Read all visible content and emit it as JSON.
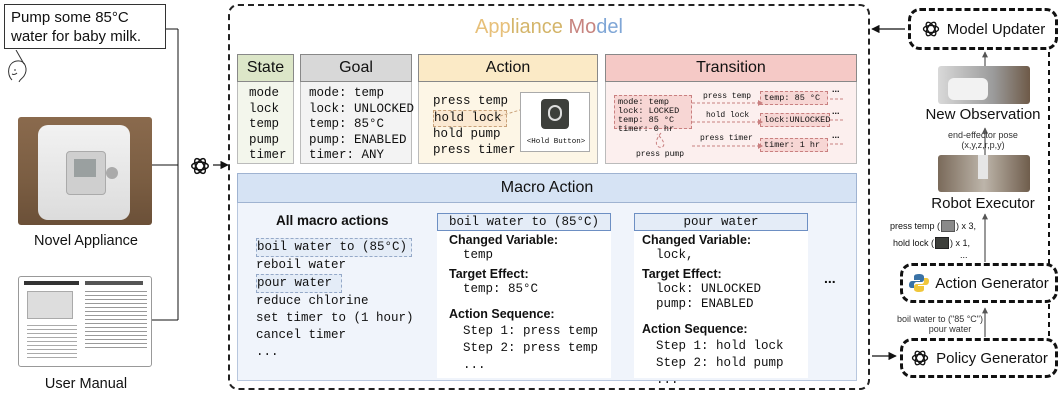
{
  "user_request": {
    "line1": "Pump some 85°C",
    "line2": "water for baby milk."
  },
  "left": {
    "novel_appliance_label": "Novel Appliance",
    "user_manual_label": "User Manual"
  },
  "appliance_model": {
    "title": "Appliance Model",
    "title_segments": [
      "App",
      "liance ",
      "Mo",
      "del"
    ],
    "title_colors": [
      "#e7c07a",
      "#d4b56a",
      "#c7847f",
      "#7fa6d6"
    ],
    "state": {
      "header": "State",
      "items": [
        "mode",
        "lock",
        "temp",
        "pump",
        "timer"
      ]
    },
    "goal": {
      "header": "Goal",
      "items": [
        "mode: temp",
        "lock: UNLOCKED",
        "temp: 85°C",
        "pump: ENABLED",
        "timer: ANY"
      ]
    },
    "action": {
      "header": "Action",
      "items": [
        "press temp",
        "hold lock",
        "hold pump",
        "press timer"
      ],
      "image_caption": "<Hold Button>"
    },
    "transition": {
      "header": "Transition",
      "state_box": [
        "mode: temp",
        "lock: LOCKED",
        "temp: 85 °C",
        "timer: 0 hr"
      ],
      "edges": [
        "press temp",
        "hold lock",
        "press timer",
        "press pump"
      ],
      "targets": [
        "temp: 85 °C",
        "lock:UNLOCKED",
        "timer: 1 hr"
      ],
      "ellipsis": "..."
    }
  },
  "macro_action": {
    "header": "Macro Action",
    "all_title": "All macro actions",
    "all_items": [
      "boil water to (85°C)",
      "reboil water",
      "pour water",
      "reduce chlorine",
      "set timer to (1 hour)",
      "cancel timer",
      "..."
    ],
    "card1": {
      "title": "boil water to (85°C)",
      "changed_label": "Changed Variable:",
      "changed_value": "temp",
      "target_label": "Target Effect:",
      "target_values": [
        "temp: 85°C"
      ],
      "sequence_label": "Action Sequence:",
      "sequence": [
        "Step 1: press temp",
        "Step 2: press temp",
        "..."
      ]
    },
    "card2": {
      "title": "pour water",
      "changed_label": "Changed Variable:",
      "changed_value": "lock,",
      "target_label": "Target Effect:",
      "target_values": [
        "lock: UNLOCKED",
        "pump: ENABLED"
      ],
      "sequence_label": "Action Sequence:",
      "sequence": [
        "Step 1: hold lock",
        "Step 2: hold pump",
        "..."
      ]
    },
    "more": "..."
  },
  "right": {
    "model_updater": "Model Updater",
    "new_observation": "New Observation",
    "end_effector_pose": "end-effector pose",
    "pose_tuple": "(x,y,z,r,p,y)",
    "robot_executor": "Robot Executor",
    "press_temp": "press temp (",
    "press_temp_count": ") x 3,",
    "hold_lock": "hold lock (",
    "hold_lock_count": ") x 1,",
    "ellipsis": "...",
    "action_generator": "Action Generator",
    "boil_water_label": "boil water to (\"85 °C\")",
    "pour_water_label": "pour water",
    "policy_generator": "Policy Generator"
  },
  "colors": {
    "state_header": "#dce6c8",
    "goal_header": "#d8d8d8",
    "action_header": "#fbeac6",
    "transition_header": "#f5c9c6",
    "macro_header": "#d6e3f4",
    "macro_bg": "#f0f4fb",
    "state_bg": "#f3f6ec",
    "goal_bg": "#f3f3f3",
    "action_bg": "#fdf6e6",
    "transition_bg": "#fcefee"
  }
}
